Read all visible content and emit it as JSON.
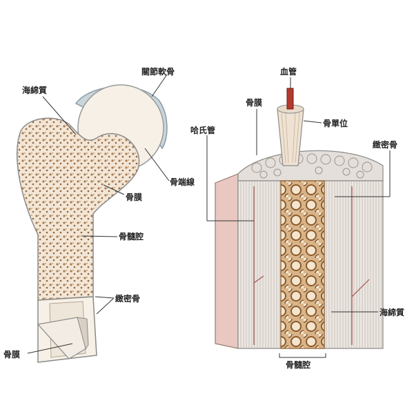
{
  "left_figure": {
    "labels": {
      "articular_cartilage": "關節軟骨",
      "spongy_bone": "海綿質",
      "epiphyseal_line": "骨端線",
      "periosteum_upper": "骨膜",
      "marrow_cavity": "骨髓腔",
      "compact_bone": "緻密骨",
      "periosteum_lower": "骨膜"
    }
  },
  "right_figure": {
    "labels": {
      "blood_vessel": "血管",
      "periosteum": "骨膜",
      "osteon": "骨單位",
      "haversian_canal": "哈氏管",
      "compact_bone": "緻密骨",
      "spongy_bone": "海綿質",
      "bottom_label": "骨髓腔"
    }
  },
  "colors": {
    "bone": "#f6f0e6",
    "spongy": "#a67c52",
    "cartilage": "#c9d6dc",
    "periosteum": "#e8c8c0",
    "vessel": "#b33a2e",
    "outline": "#8a8a8a"
  }
}
